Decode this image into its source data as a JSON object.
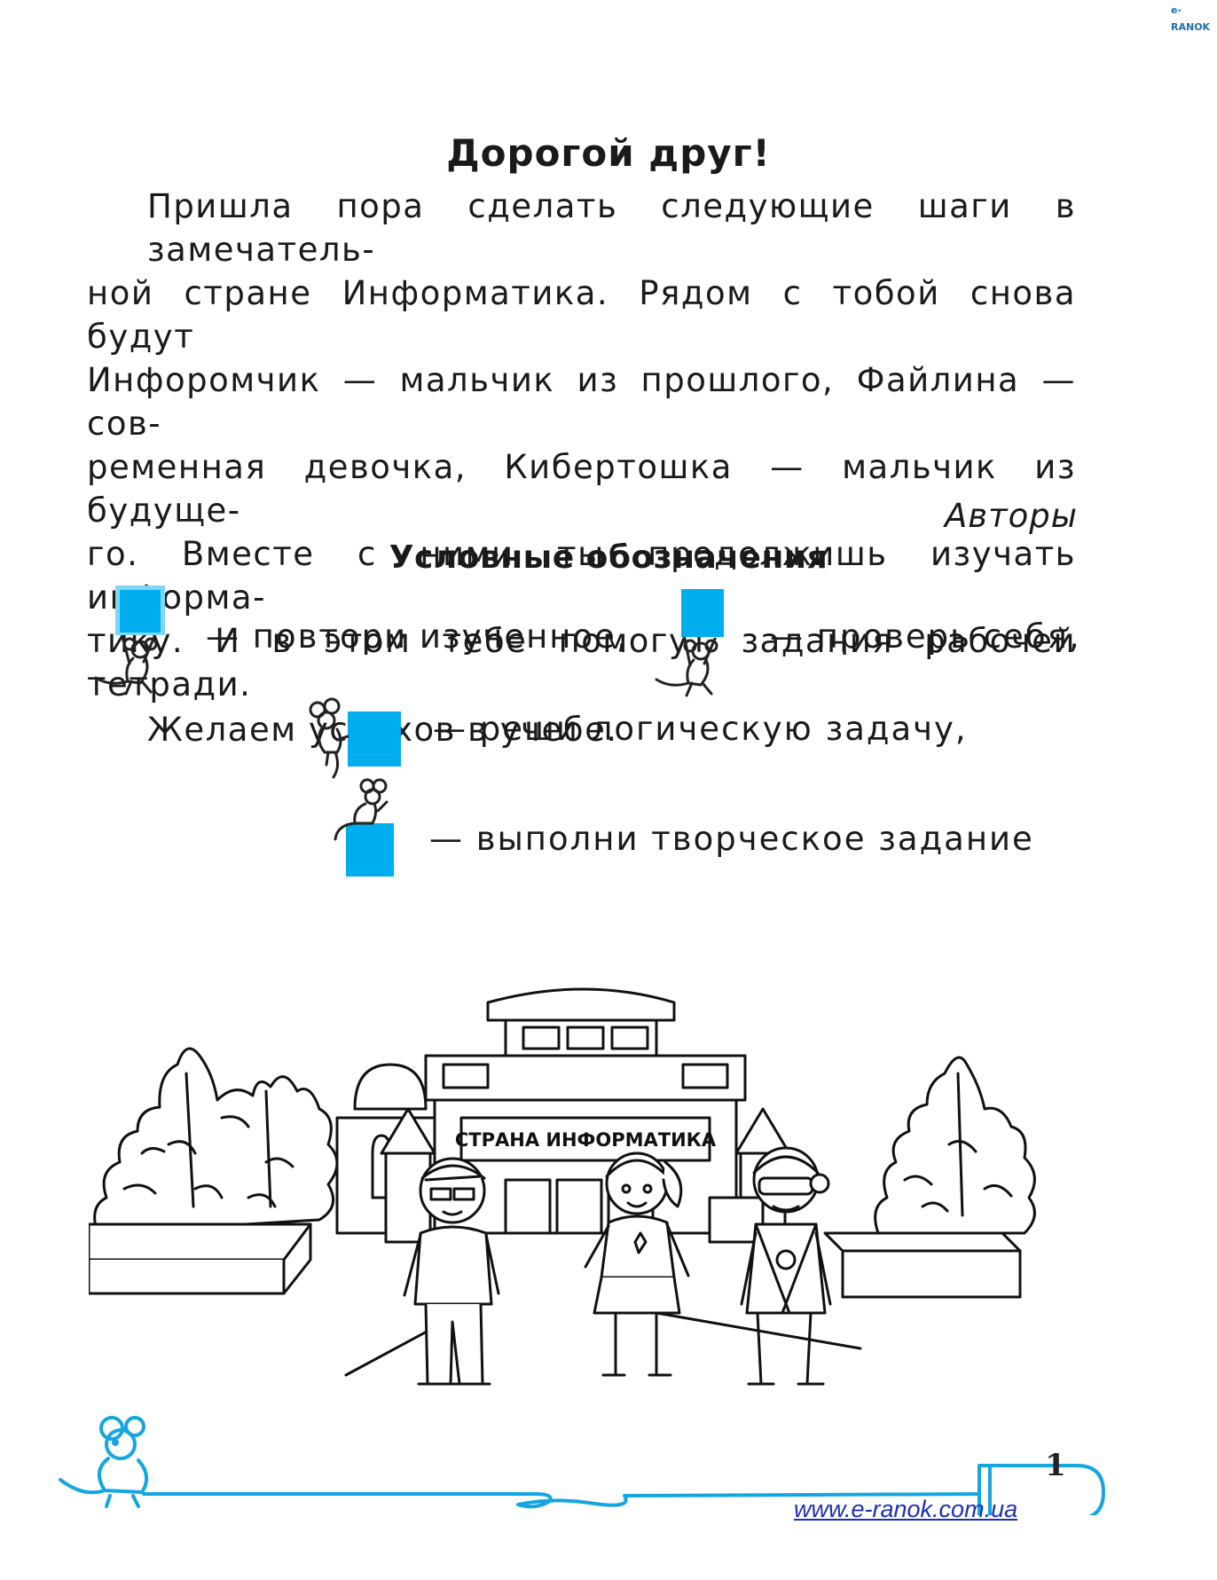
{
  "header": {
    "logo_text": "e-RANOK"
  },
  "letter": {
    "title": "Дорогой друг!",
    "paragraph1_lines": [
      "Пришла пора сделать следующие шаги в замечатель-",
      "ной стране Информатика. Рядом с тобой снова будут",
      "Инфоромчик — мальчик из прошлого, Файлина — сов-",
      "ременная девочка, Кибертошка — мальчик из будуще-",
      "го. Вместе с ними ты продолжишь изучать информа-",
      "тику. И в этом тебе помогут задания рабочей тетради."
    ],
    "paragraph2": "Желаем успехов в учебе.",
    "signature": "Авторы"
  },
  "legend": {
    "title": "Условные обозначения",
    "items": [
      {
        "icon": "mouse-lifting-square-icon",
        "text": "— повтори изученное,"
      },
      {
        "icon": "mouse-lifting-square-icon",
        "text": "— проверь себя,"
      },
      {
        "icon": "mouse-beside-square-icon",
        "text": "— реши логическую задачу,"
      },
      {
        "icon": "mouse-on-square-icon",
        "text": "— выполни творческое задание"
      }
    ],
    "accent_color": "#00aeef"
  },
  "illustration": {
    "sign_text": "СТРАНА ИНФОРМАТИКА"
  },
  "footer": {
    "page_number": "1",
    "website": "www.e-ranok.com.ua",
    "accent_color": "#14a6e0"
  }
}
